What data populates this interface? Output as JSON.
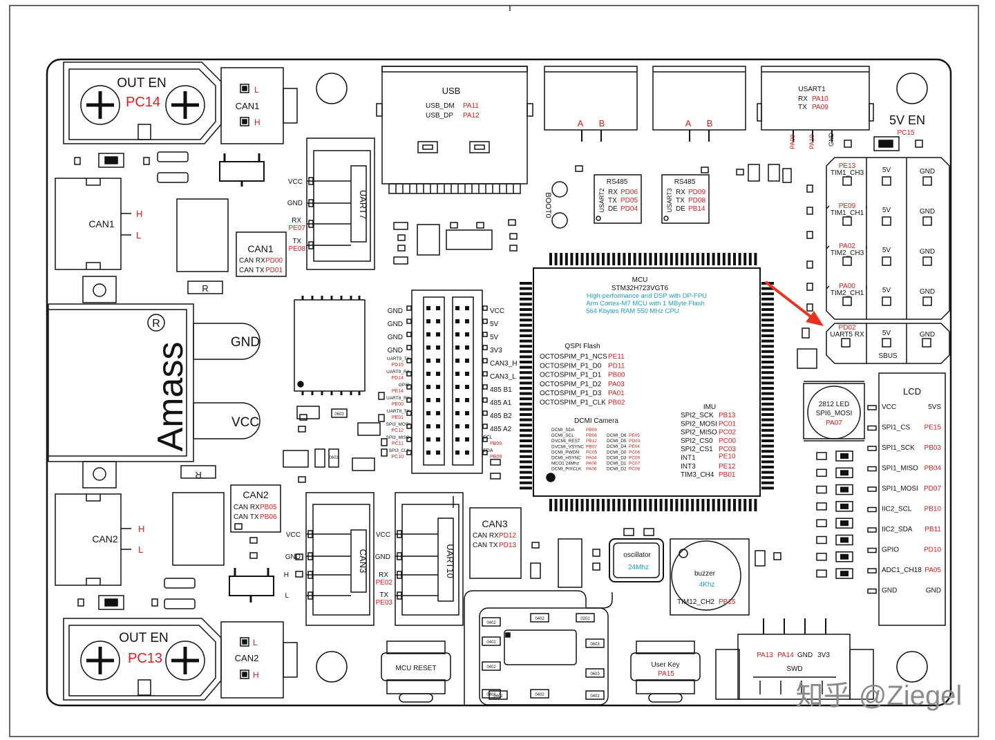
{
  "colors": {
    "black": "#111111",
    "red": "#e01b1b",
    "blue": "#1aa0c8",
    "arrow": "#e8321e"
  },
  "out_en_top": {
    "title": "OUT EN",
    "pin": "PC14"
  },
  "out_en_bottom": {
    "title": "OUT EN",
    "pin": "PC13"
  },
  "can1_small": {
    "name": "CAN1",
    "l": "L",
    "h": "H"
  },
  "can2_small": {
    "name": "CAN2",
    "l": "L",
    "h": "H"
  },
  "can1_conn": {
    "name": "CAN1",
    "h": "H",
    "l": "L"
  },
  "can2_conn": {
    "name": "CAN2",
    "h": "H",
    "l": "L"
  },
  "can1_box": {
    "title": "CAN1",
    "rx_label": "CAN RX",
    "rx_pin": "PD00",
    "tx_label": "CAN TX",
    "tx_pin": "PD01"
  },
  "can2_box": {
    "title": "CAN2",
    "rx_label": "CAN RX",
    "rx_pin": "PB05",
    "tx_label": "CAN TX",
    "tx_pin": "PB06"
  },
  "can3_box": {
    "title": "CAN3",
    "rx_label": "CAN RX",
    "rx_pin": "PD12",
    "tx_label": "CAN TX",
    "tx_pin": "PD13"
  },
  "amass": {
    "brand": "Amass",
    "reg": "R",
    "gnd": "GND",
    "vcc": "VCC",
    "r": "R"
  },
  "usb": {
    "title": "USB",
    "dm_label": "USB_DM",
    "dm_pin": "PA11",
    "dp_label": "USB_DP",
    "dp_pin": "PA12"
  },
  "rs485_conn1": {
    "a": "A",
    "b": "B"
  },
  "rs485_conn2": {
    "a": "A",
    "b": "B"
  },
  "usart1": {
    "title": "USART1",
    "rx_label": "RX",
    "rx_pin": "PA10",
    "tx_label": "TX",
    "tx_pin": "PA09",
    "bottom_pins": [
      "PA09",
      "PA10",
      "GND"
    ]
  },
  "five_v_en": {
    "title": "5V EN",
    "pin": "PC15"
  },
  "uart7": {
    "title": "UART7",
    "vcc": "VCC",
    "gnd": "GND",
    "rx": "RX",
    "rx_pin": "PE07",
    "tx": "TX",
    "tx_pin": "PE08"
  },
  "rs485_a": {
    "title": "RS485",
    "uart": "USART2",
    "rx": "RX",
    "rx_pin": "PD06",
    "tx": "TX",
    "tx_pin": "PD05",
    "de": "DE",
    "de_pin": "PD04"
  },
  "rs485_b": {
    "title": "RS485",
    "uart": "USART3",
    "rx": "RX",
    "rx_pin": "PD09",
    "tx": "TX",
    "tx_pin": "PD08",
    "de": "DE",
    "de_pin": "PB14"
  },
  "boot0": "BOOT0",
  "header_left": [
    {
      "label": "GND",
      "pin": "",
      "small": false
    },
    {
      "label": "GND",
      "pin": "",
      "small": false
    },
    {
      "label": "GND",
      "pin": "",
      "small": false
    },
    {
      "label": "GND",
      "pin": "",
      "small": false
    },
    {
      "label": "UART9_TX",
      "pin": "PD15",
      "small": true
    },
    {
      "label": "UART9_RX",
      "pin": "PD14",
      "small": true
    },
    {
      "label": "GPIO",
      "pin": "PE14",
      "small": true
    },
    {
      "label": "UART8_RX",
      "pin": "PE00",
      "small": true
    },
    {
      "label": "UART8_TX",
      "pin": "PE01",
      "small": true
    },
    {
      "label": "SPI3_MOSI",
      "pin": "PC12",
      "small": true
    },
    {
      "label": "SPI3_MISO",
      "pin": "PC11",
      "small": true
    },
    {
      "label": "SPI3_CLK",
      "pin": "PC10",
      "small": true
    }
  ],
  "header_right": [
    {
      "label": "VCC",
      "pin": "",
      "small": false
    },
    {
      "label": "5V",
      "pin": "",
      "small": false
    },
    {
      "label": "5V",
      "pin": "",
      "small": false
    },
    {
      "label": "3V3",
      "pin": "",
      "small": false
    },
    {
      "label": "CAN3_H",
      "pin": "",
      "small": false
    },
    {
      "label": "CAN3_L",
      "pin": "",
      "small": false
    },
    {
      "label": "485 B1",
      "pin": "",
      "small": false
    },
    {
      "label": "485 A1",
      "pin": "",
      "small": false
    },
    {
      "label": "485 B2",
      "pin": "",
      "small": false
    },
    {
      "label": "485 A2",
      "pin": "",
      "small": false
    },
    {
      "label": "SCL",
      "pin": "PB08",
      "small": true
    },
    {
      "label": "SDA",
      "pin": "PB09",
      "small": true
    }
  ],
  "mcu": {
    "title": "MCU",
    "part": "STM32H723VGT6",
    "desc": [
      "High-performance and DSP with DP-FPU",
      "Arm Cortex-M7 MCU with 1 MByte Flash",
      "564 Kbytes RAM 550 MHz CPU"
    ],
    "qspi_title": "QSPI Flash",
    "qspi": [
      {
        "label": "OCTOSPIM_P1_NCS",
        "pin": "PE11"
      },
      {
        "label": "OCTOSPIM_P1_D0",
        "pin": "PD11"
      },
      {
        "label": "OCTOSPIM_P1_D1",
        "pin": "PB00"
      },
      {
        "label": "OCTOSPIM_P1_D2",
        "pin": "PA03"
      },
      {
        "label": "OCTOSPIM_P1_D3",
        "pin": "PA01"
      },
      {
        "label": "OCTOSPIM_P1_CLK",
        "pin": "PB02"
      }
    ],
    "dcmi_title": "DCMI Camera",
    "dcmi_left": [
      {
        "label": "DCMI_SDA",
        "pin": "PB09"
      },
      {
        "label": "DCMI_SCL",
        "pin": "PB08"
      },
      {
        "label": "DVCMI_REST",
        "pin": "PB12"
      },
      {
        "label": "DVCMI_VSYNC",
        "pin": "PB07"
      },
      {
        "label": "DCMI_PWDN",
        "pin": "PC05"
      },
      {
        "label": "DCMI_HSYNC",
        "pin": "PA04"
      },
      {
        "label": "MCO1 24Mhz",
        "pin": "PA08"
      },
      {
        "label": "DCMI_PIXCLK",
        "pin": "PA06"
      }
    ],
    "dcmi_right": [
      {
        "label": "DCMI_D6",
        "pin": "PE05"
      },
      {
        "label": "DCMI_D5",
        "pin": "PD03"
      },
      {
        "label": "DCMI_D4",
        "pin": "PE04"
      },
      {
        "label": "DCMI_D0",
        "pin": "PC06"
      },
      {
        "label": "DCMI_D3",
        "pin": "PC09"
      },
      {
        "label": "DCMI_D1",
        "pin": "PC07"
      },
      {
        "label": "DCMI_D2",
        "pin": "PC08"
      }
    ],
    "imu_title": "IMU",
    "imu": [
      {
        "label": "SPI2_SCK",
        "pin": "PB13"
      },
      {
        "label": "SPI2_MOSI",
        "pin": "PC01"
      },
      {
        "label": "SPI2_MISO",
        "pin": "PC02"
      },
      {
        "label": "SPI2_CS0",
        "pin": "PC00"
      },
      {
        "label": "SPI2_CS1",
        "pin": "PC03"
      },
      {
        "label": "INT1",
        "pin": "PE10"
      },
      {
        "label": "INT3",
        "pin": "PE12"
      },
      {
        "label": "TIM3_CH4",
        "pin": "PB01"
      }
    ]
  },
  "tim": {
    "col1": [
      {
        "pin": "PE13",
        "label": "TIM1_CH3"
      },
      {
        "pin": "PE09",
        "label": "TIM1_CH1"
      },
      {
        "pin": "PA02",
        "label": "TIM2_CH3"
      },
      {
        "pin": "PA00",
        "label": "TIM2_CH1"
      }
    ],
    "col2": [
      "5V",
      "5V",
      "5V",
      "5V"
    ],
    "col3": [
      "GND",
      "GND",
      "GND",
      "GND"
    ],
    "uart5": {
      "pin": "PD02",
      "label": "UART5 RX"
    },
    "sbus_5v": "5V",
    "sbus_gnd": "GND",
    "sbus": "SBUS"
  },
  "led": {
    "title": "2812 LED",
    "sub": "SPI6_MOSI",
    "pin": "PA07"
  },
  "lcd": {
    "title": "LCD",
    "rows": [
      {
        "label": "VCC",
        "right": "5VS",
        "red": false
      },
      {
        "label": "SPI1_CS",
        "right": "PE15",
        "red": true
      },
      {
        "label": "SPI1_SCK",
        "right": "PB03",
        "red": true
      },
      {
        "label": "SPI1_MISO",
        "right": "PB04",
        "red": true
      },
      {
        "label": "SPI1_MOSI",
        "right": "PD07",
        "red": true
      },
      {
        "label": "IIC2_SCL",
        "right": "PB10",
        "red": true
      },
      {
        "label": "IIC2_SDA",
        "right": "PB11",
        "red": true
      },
      {
        "label": "GPIO",
        "right": "PD10",
        "red": true
      },
      {
        "label": "ADC1_CH18",
        "right": "PA05",
        "red": true
      },
      {
        "label": "GND",
        "right": "GND",
        "red": false
      }
    ]
  },
  "can3_conn": {
    "name": "CAN3",
    "vcc": "VCC",
    "gnd": "GND",
    "h": "H",
    "l": "L"
  },
  "uart10": {
    "name": "UART10",
    "vcc": "VCC",
    "gnd": "GND",
    "rx": "RX",
    "rx_pin": "PE02",
    "tx": "TX",
    "tx_pin": "PE03"
  },
  "oscillator": {
    "title": "oscillator",
    "freq": "24Mhz"
  },
  "buzzer": {
    "title": "buzzer",
    "freq": "4Khz",
    "tim": "TIM12_CH2",
    "pin": "PB15"
  },
  "mcu_reset": "MCU RESET",
  "user_key": {
    "title": "User Key",
    "pin": "PA15"
  },
  "swd": {
    "title": "SWD",
    "pins": [
      "PA13",
      "PA14",
      "GND",
      "3V3"
    ]
  },
  "component_labels": {
    "c0402": "0402",
    "c0603": "0603",
    "c0201": "0201"
  },
  "watermark": "知乎 @Ziegel"
}
